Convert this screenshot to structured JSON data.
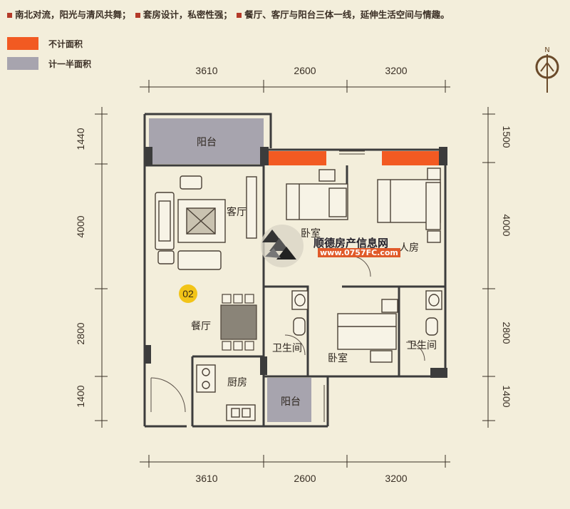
{
  "header": {
    "items": [
      "南北对流，阳光与清风共舞；",
      "套房设计，私密性强；",
      "餐厅、客厅与阳台三体一线，延伸生活空间与情趣。"
    ]
  },
  "legend": [
    {
      "label": "不计面积",
      "color": "#f25a22"
    },
    {
      "label": "计一半面积",
      "color": "#a7a4ae"
    }
  ],
  "compass": {
    "label": "N"
  },
  "dimensions": {
    "top": [
      "3610",
      "2600",
      "3200"
    ],
    "bottom": [
      "3610",
      "2600",
      "3200"
    ],
    "left": [
      "1440",
      "4000",
      "2800",
      "1400"
    ],
    "right": [
      "1500",
      "4000",
      "2800",
      "1400"
    ]
  },
  "rooms": {
    "balcony_top": "阳台",
    "living": "客厅",
    "bedroom_mid": "卧室",
    "bedroom_right": "人房",
    "unit_tag": "02",
    "dining": "餐厅",
    "bath_left": "卫生间",
    "bedroom_bottom": "卧室",
    "bath_right": "卫生间",
    "kitchen": "厨房",
    "balcony_bottom": "阳台"
  },
  "watermark": {
    "name": "顺德房产信息网",
    "url": "www.0757FC.com"
  },
  "colors": {
    "wall": "#3c3c3c",
    "excluded": "#f25a22",
    "half": "#a7a4ae",
    "unit_tag": "#f2c418",
    "background": "#f3eedb"
  }
}
